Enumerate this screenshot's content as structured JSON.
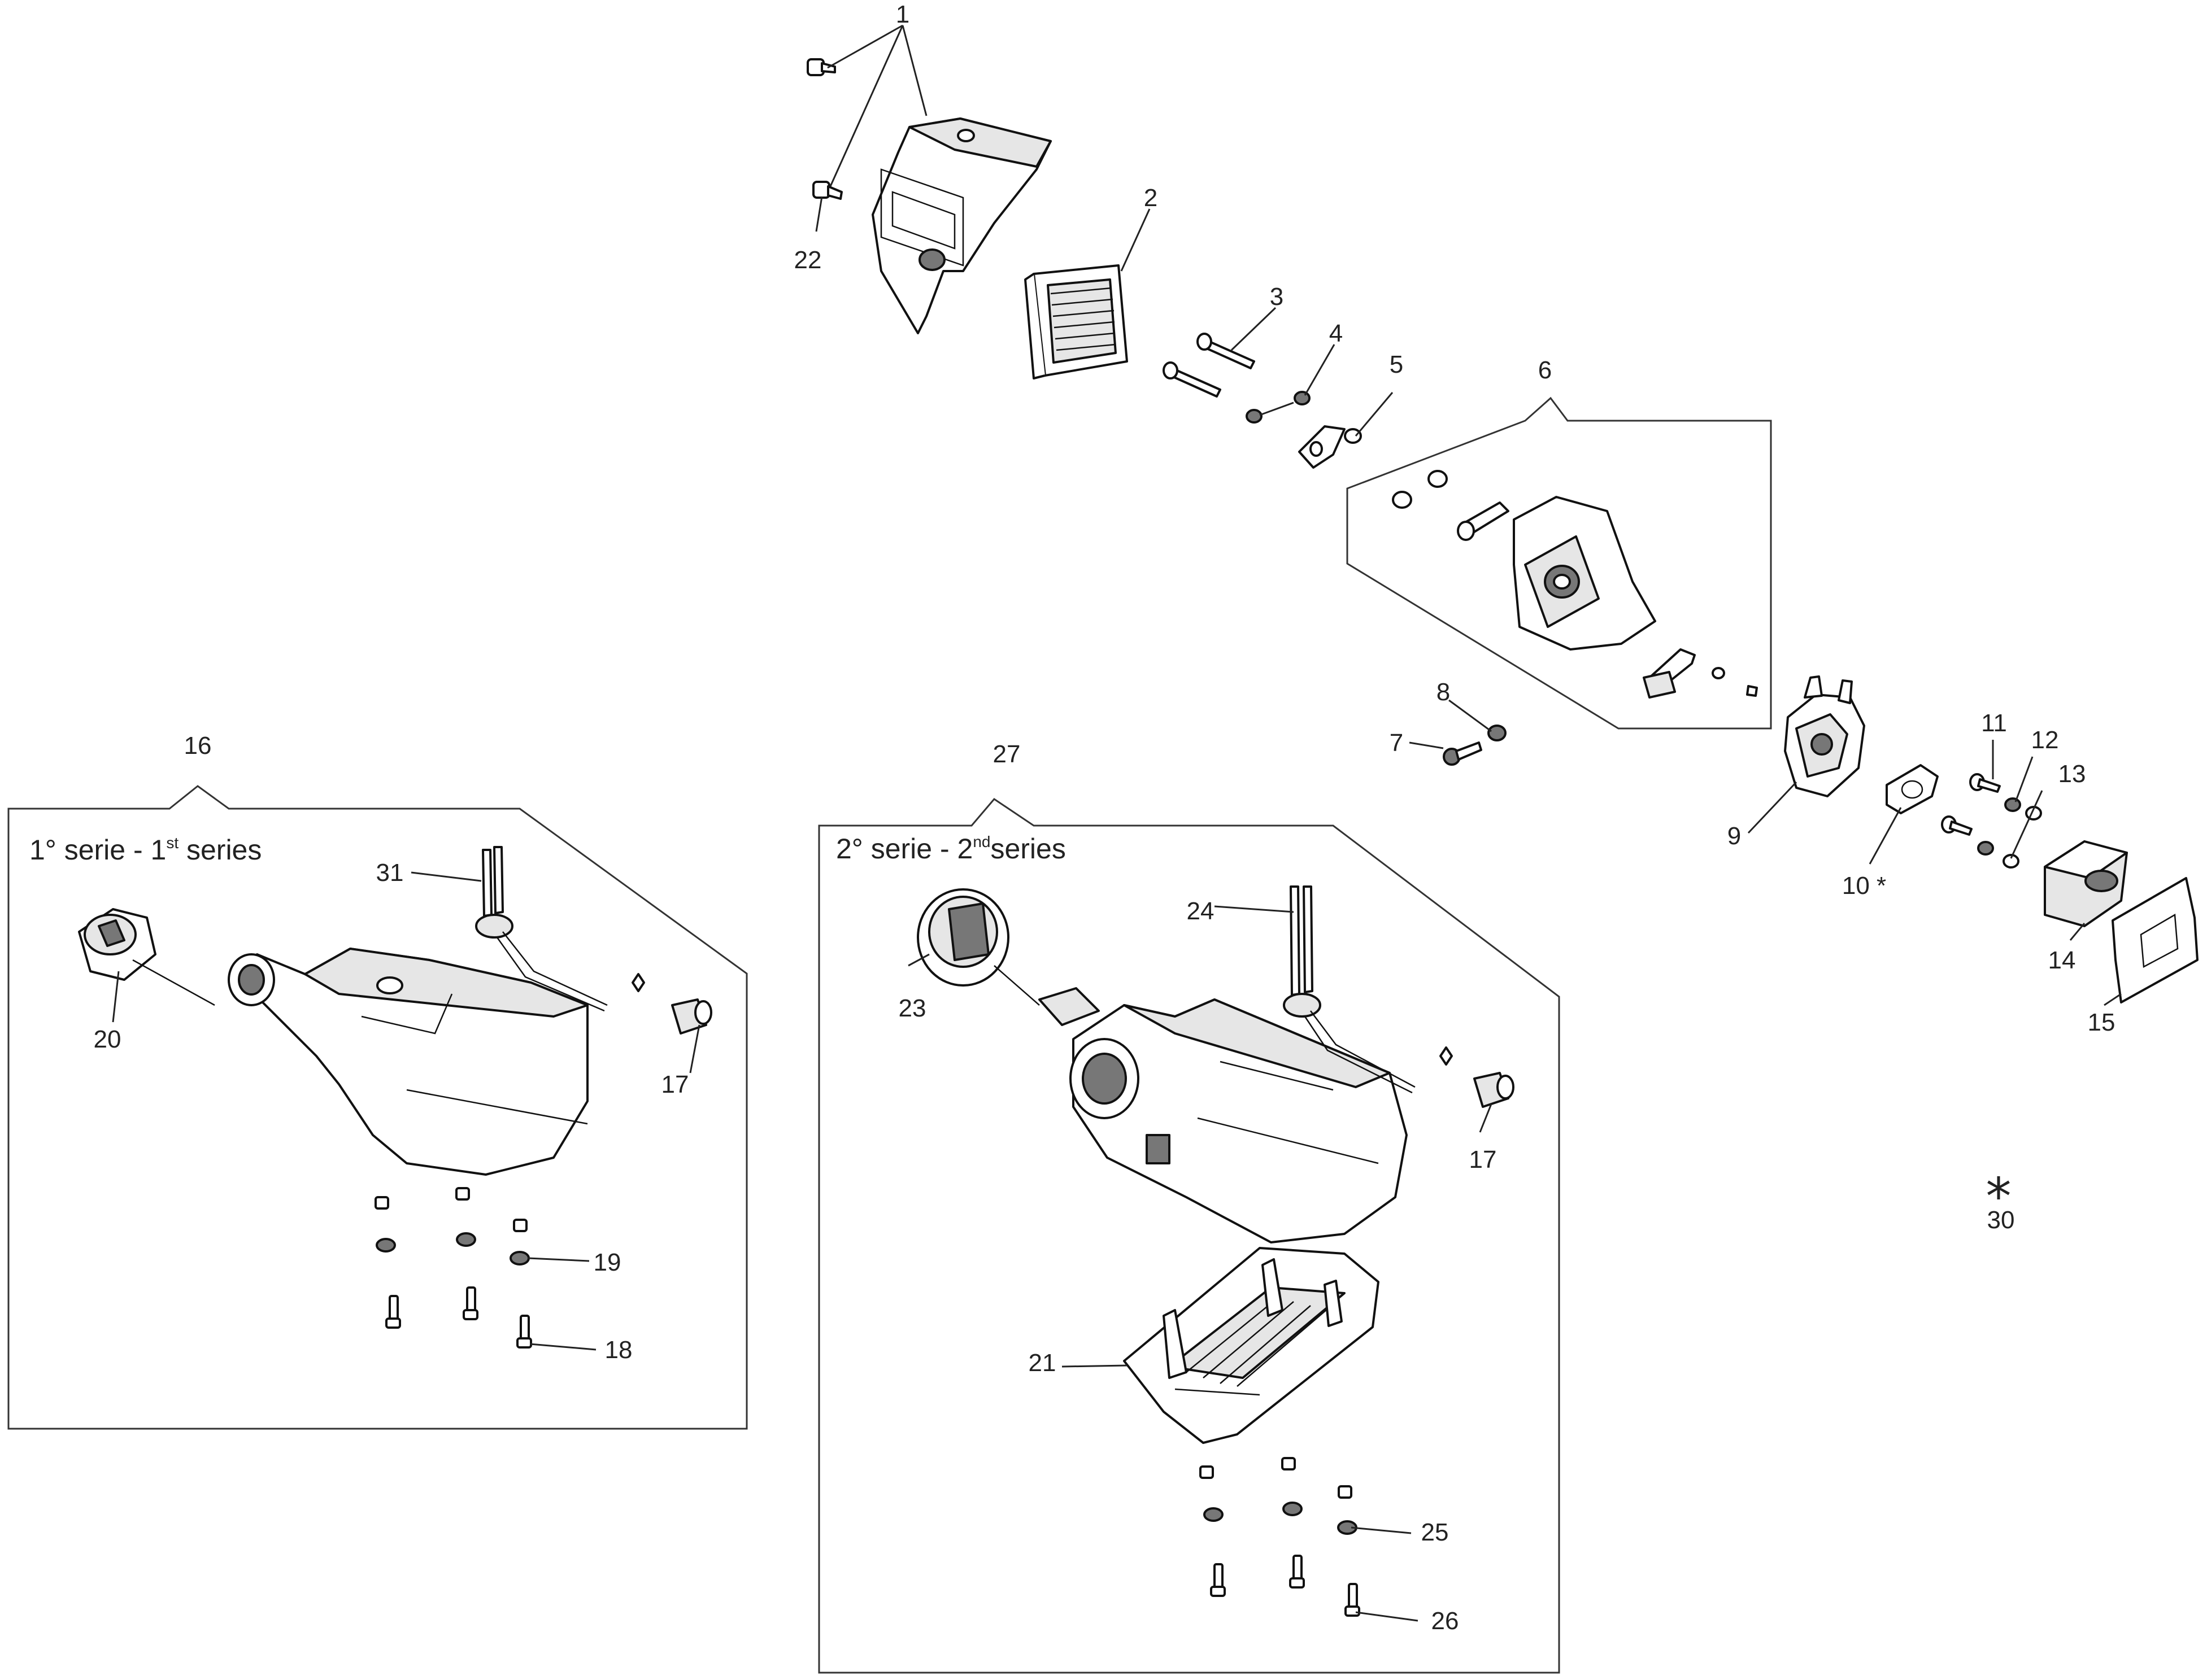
{
  "groups": {
    "first_series": {
      "ref": "16",
      "title_main": "1° serie - 1",
      "title_sup": "st",
      "title_tail": " series"
    },
    "second_series": {
      "ref": "27",
      "title_main": "2° serie - 2",
      "title_sup": "nd",
      "title_tail": "series"
    },
    "carb_group": {
      "ref": "6"
    }
  },
  "labels": {
    "p1": "1",
    "p2": "2",
    "p3": "3",
    "p4": "4",
    "p5": "5",
    "p7": "7",
    "p8": "8",
    "p9": "9",
    "p10": "10 *",
    "p11": "11",
    "p12": "12",
    "p13": "13",
    "p14": "14",
    "p15": "15",
    "p17a": "17",
    "p17b": "17",
    "p18": "18",
    "p19": "19",
    "p20": "20",
    "p21": "21",
    "p22": "22",
    "p23": "23",
    "p24": "24",
    "p25": "25",
    "p26": "26",
    "p30": "30",
    "p31": "31"
  },
  "note": {
    "star": "*"
  }
}
